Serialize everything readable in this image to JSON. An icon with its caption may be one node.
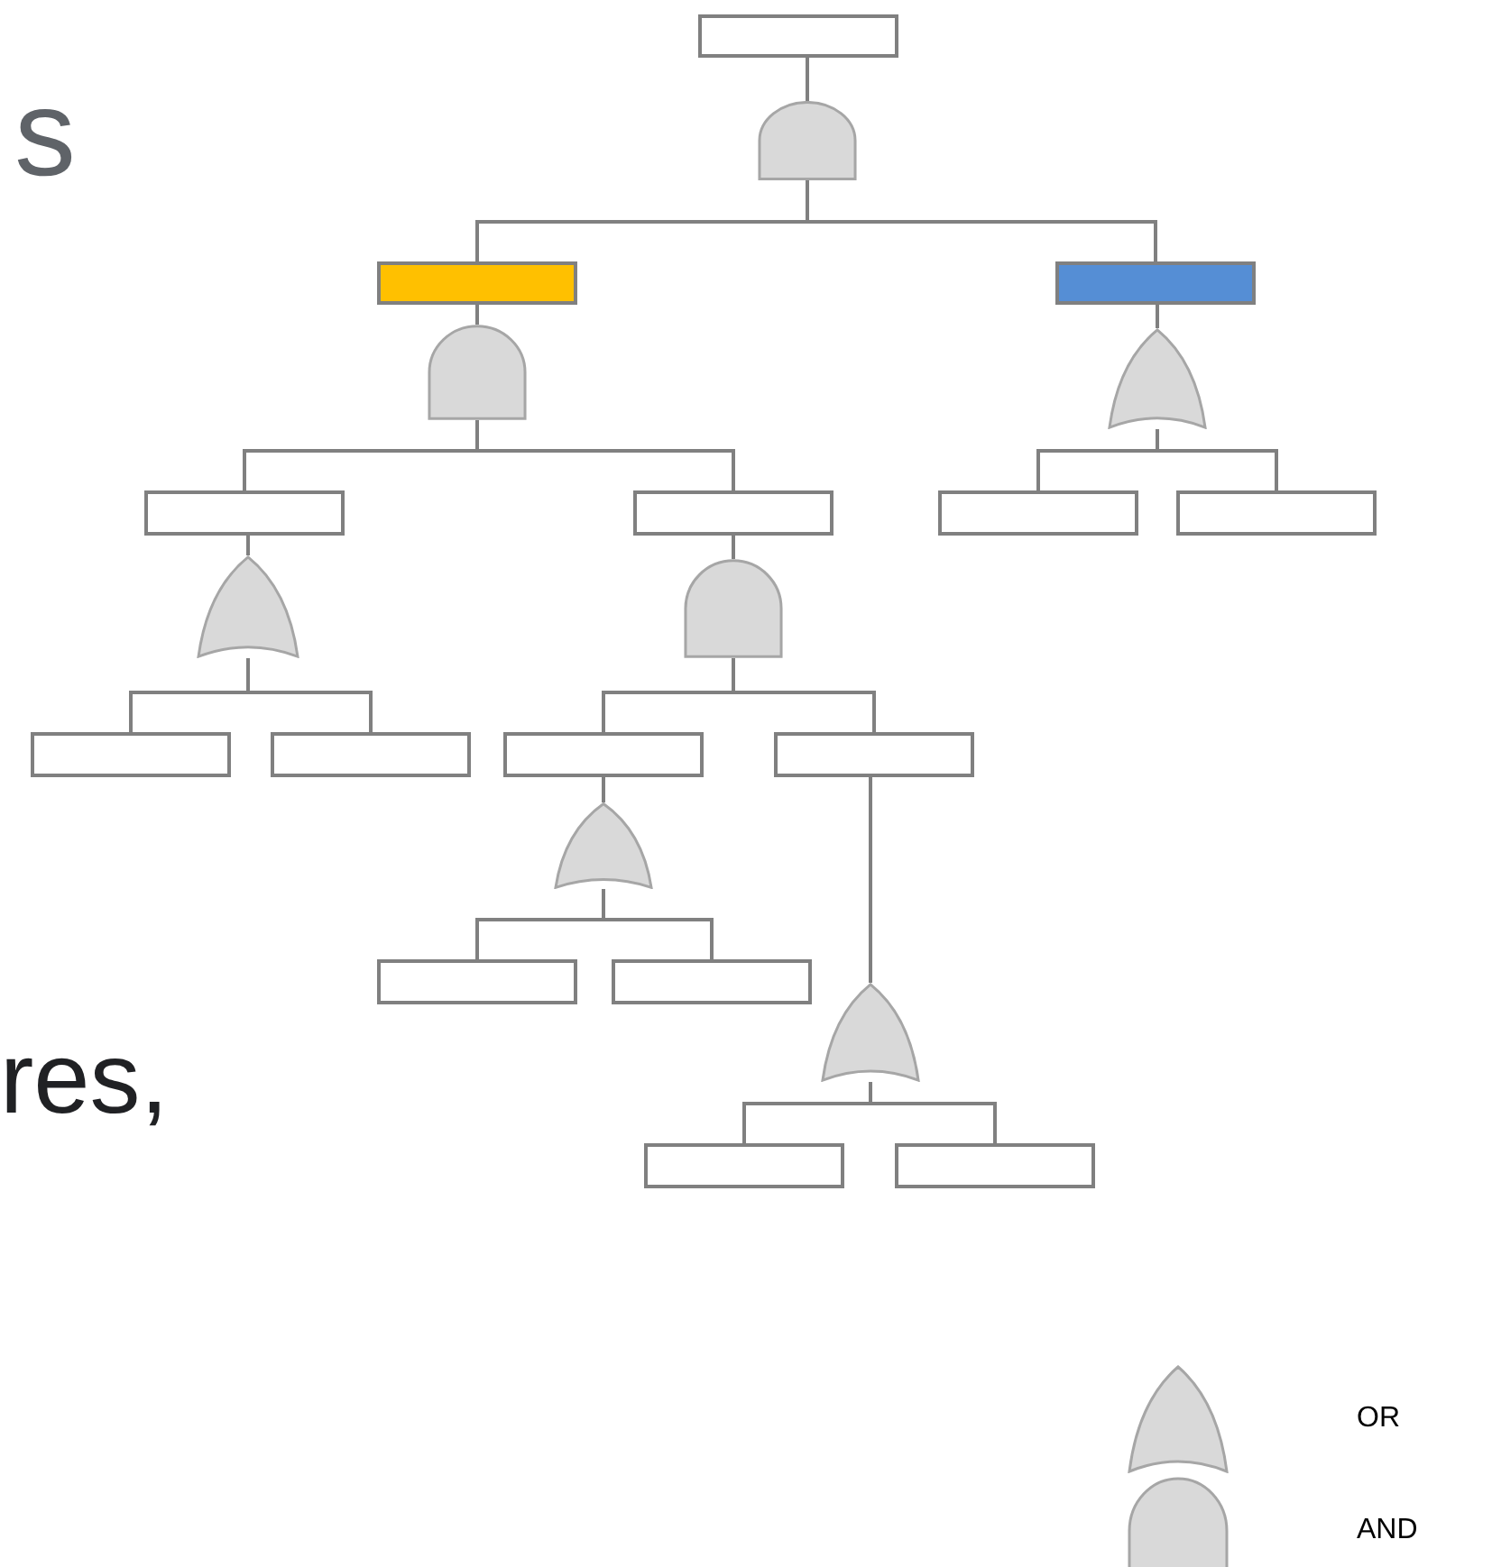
{
  "diagram": {
    "nodes": [
      {
        "text": [],
        "shape": "box"
      },
      {
        "text": [],
        "shape": "and-gate"
      },
      {
        "text": [],
        "shape": "box"
      },
      {
        "text": [],
        "shape": "box"
      },
      {
        "text": [],
        "shape": "and-gate"
      },
      {
        "text": [],
        "shape": "or-gate"
      },
      {
        "text": [],
        "shape": "box"
      },
      {
        "text": [],
        "shape": "box"
      },
      {
        "text": [],
        "shape": "box"
      },
      {
        "text": [],
        "shape": "box"
      },
      {
        "text": [],
        "shape": "or-gate"
      },
      {
        "text": [],
        "shape": "and-gate"
      },
      {
        "text": [],
        "shape": "box"
      },
      {
        "text": [],
        "shape": "box"
      },
      {
        "text": [],
        "shape": "box"
      },
      {
        "text": [],
        "shape": "box"
      },
      {
        "text": [],
        "shape": "or-gate"
      },
      {
        "text": [],
        "shape": "box"
      },
      {
        "text": [],
        "shape": "box"
      },
      {
        "text": [],
        "shape": "or-gate"
      },
      {
        "text": [],
        "shape": "box"
      },
      {
        "text": [],
        "shape": "box"
      }
    ],
    "edges": [
      {
        "from": 1,
        "to": 0,
        "arrow": "none"
      },
      {
        "from": 2,
        "to": 1,
        "arrow": "none"
      },
      {
        "from": 3,
        "to": 1,
        "arrow": "none"
      },
      {
        "from": 4,
        "to": 2,
        "arrow": "none"
      },
      {
        "from": 5,
        "to": 3,
        "arrow": "none"
      },
      {
        "from": 6,
        "to": 4,
        "arrow": "none"
      },
      {
        "from": 7,
        "to": 4,
        "arrow": "none"
      },
      {
        "from": 8,
        "to": 5,
        "arrow": "none"
      },
      {
        "from": 9,
        "to": 5,
        "arrow": "none"
      },
      {
        "from": 10,
        "to": 6,
        "arrow": "none"
      },
      {
        "from": 11,
        "to": 7,
        "arrow": "none"
      },
      {
        "from": 12,
        "to": 10,
        "arrow": "none"
      },
      {
        "from": 13,
        "to": 10,
        "arrow": "none"
      },
      {
        "from": 14,
        "to": 11,
        "arrow": "none"
      },
      {
        "from": 15,
        "to": 11,
        "arrow": "none"
      },
      {
        "from": 16,
        "to": 14,
        "arrow": "none"
      },
      {
        "from": 17,
        "to": 16,
        "arrow": "none"
      },
      {
        "from": 18,
        "to": 16,
        "arrow": "none"
      },
      {
        "from": 19,
        "to": 15,
        "arrow": "none"
      },
      {
        "from": 20,
        "to": 19,
        "arrow": "none"
      },
      {
        "from": 21,
        "to": 19,
        "arrow": "none"
      }
    ],
    "labels": [
      "s",
      "res,"
    ],
    "legend": [
      {
        "text": "OR"
      },
      {
        "text": "AND"
      }
    ]
  }
}
